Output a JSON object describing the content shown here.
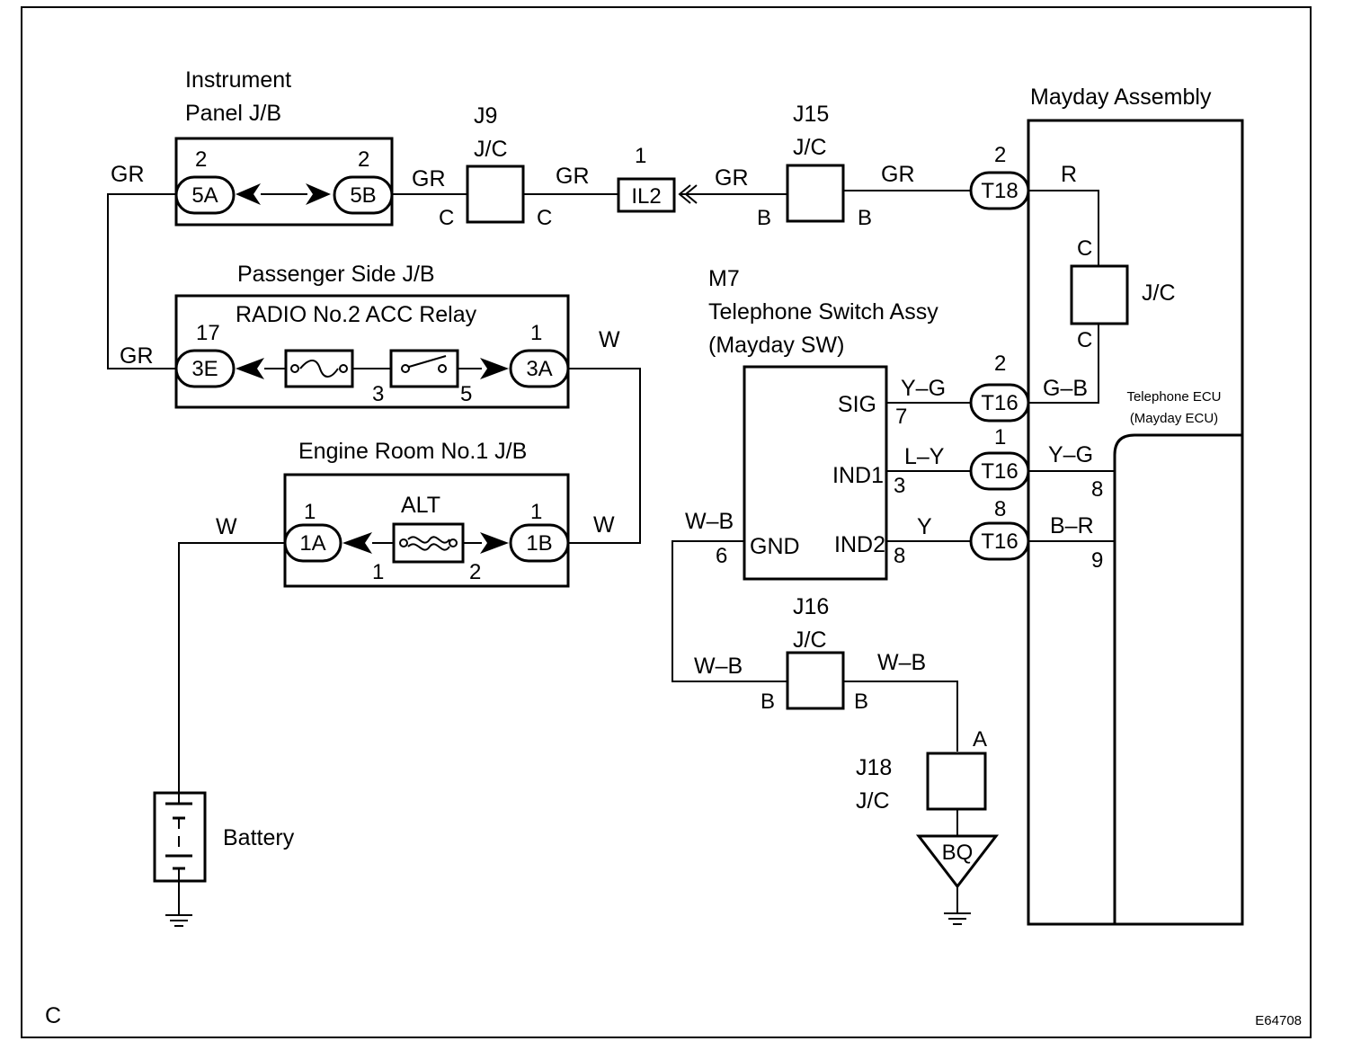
{
  "diagram": {
    "corner_letter": "C",
    "figure_code": "E64708",
    "instrument_panel_jb": {
      "title_line1": "Instrument",
      "title_line2": "Panel J/B",
      "connector_left": "5A",
      "connector_right": "5B",
      "pin_left": "2",
      "pin_right": "2"
    },
    "passenger_side_jb": {
      "title": "Passenger Side J/B",
      "relay": "RADIO No.2 ACC Relay",
      "connector_left": "3E",
      "connector_right": "3A",
      "pin_left": "17",
      "pin_right": "1",
      "relay_pin_a": "3",
      "relay_pin_b": "5"
    },
    "engine_room_jb": {
      "title": "Engine Room No.1 J/B",
      "fuse": "ALT",
      "connector_left": "1A",
      "connector_right": "1B",
      "pin_left": "1",
      "pin_right": "1",
      "fuse_pin_a": "1",
      "fuse_pin_b": "2"
    },
    "battery": {
      "label": "Battery"
    },
    "j9": {
      "name": "J9",
      "type": "J/C",
      "pin_left": "C",
      "pin_right": "C"
    },
    "il2": {
      "connector": "IL2",
      "pin": "1"
    },
    "j15": {
      "name": "J15",
      "type": "J/C",
      "pin_left": "B",
      "pin_right": "B"
    },
    "mayday_assembly": {
      "title": "Mayday Assembly",
      "connector_t18": "T18",
      "t18_pin": "2",
      "connector_t16": "T16",
      "t16_pins": [
        "2",
        "1",
        "8"
      ],
      "jc_label": "J/C",
      "jc_pin_top": "C",
      "jc_pin_bottom": "C",
      "ecu_line1": "Telephone ECU",
      "ecu_line2": "(Mayday ECU)",
      "ecu_pins": [
        "8",
        "9"
      ]
    },
    "m7": {
      "code": "M7",
      "name_line1": "Telephone Switch Assy",
      "name_line2": "(Mayday SW)",
      "terminals": [
        "SIG",
        "IND1",
        "IND2",
        "GND"
      ],
      "terminal_pins": [
        "7",
        "3",
        "8",
        "6"
      ]
    },
    "j16": {
      "name": "J16",
      "type": "J/C",
      "pin_left": "B",
      "pin_right": "B"
    },
    "j18": {
      "name": "J18",
      "type": "J/C",
      "pin": "A"
    },
    "ground_point": "BQ",
    "wire_colors": {
      "gr": "GR",
      "w": "W",
      "r": "R",
      "g_b": "G–B",
      "y_g": "Y–G",
      "l_y": "L–Y",
      "y": "Y",
      "b_r": "B–R",
      "w_b": "W–B"
    }
  }
}
